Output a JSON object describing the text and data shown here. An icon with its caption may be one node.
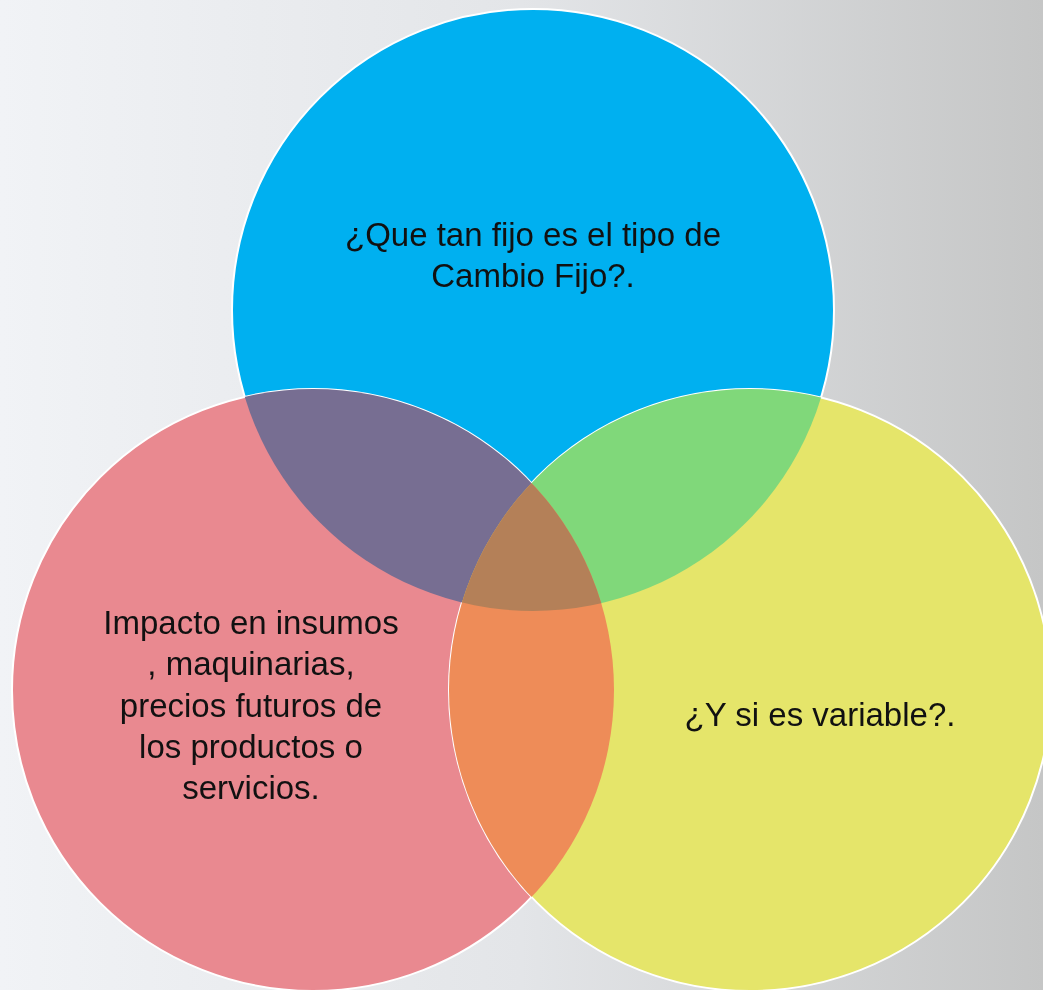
{
  "diagram": {
    "nodes": [
      {
        "text": [
          "¿Que tan fijo es el tipo de Cambio Fijo?."
        ]
      },
      {
        "text": [
          "Impacto en insumos , maquinarias, precios futuros de los productos o servicios."
        ]
      },
      {
        "text": [
          "¿Y si es variable?."
        ]
      }
    ]
  }
}
